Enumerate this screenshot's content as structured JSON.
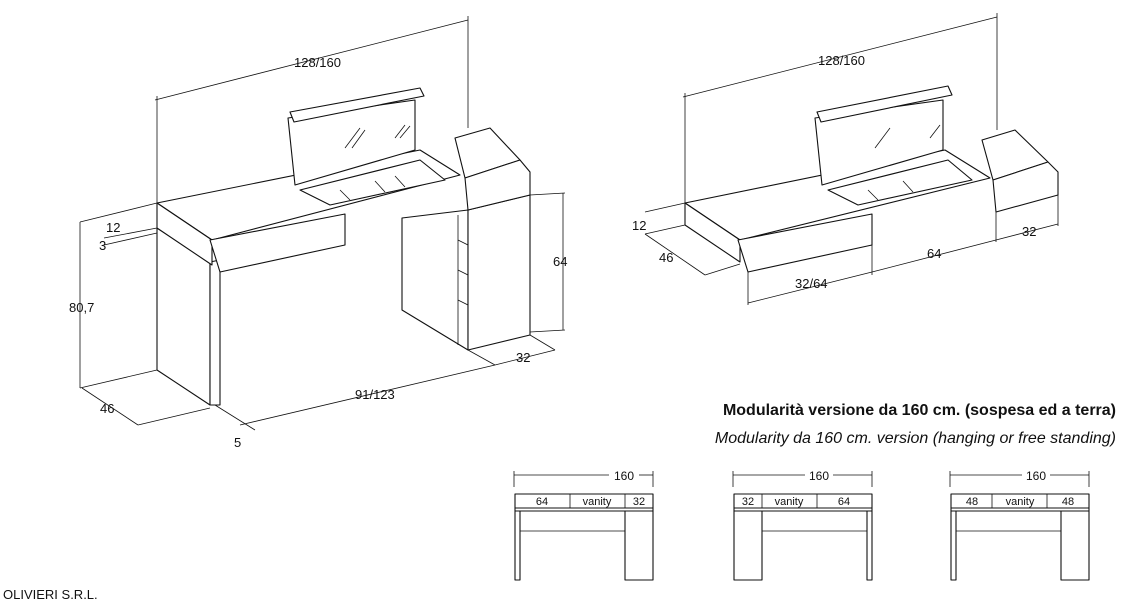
{
  "left_view": {
    "total_width": "128/160",
    "top_thickness": "12",
    "gap": "3",
    "height": "80,7",
    "depth": "46",
    "leg_offset": "5",
    "inner_width": "91/123",
    "cabinet_height": "64",
    "cabinet_depth": "32"
  },
  "right_view": {
    "total_width": "128/160",
    "top_thickness": "12",
    "depth": "46",
    "drawer_width": "32/64",
    "middle_width": "64",
    "cabinet_width": "32"
  },
  "modularity": {
    "title_it": "Modularità  versione da 160 cm. (sospesa ed a terra)",
    "title_en": "Modularity  da 160 cm. version (hanging or free standing)",
    "configs": [
      {
        "total": "160",
        "left": "64",
        "middle": "vanity",
        "right": "32"
      },
      {
        "total": "160",
        "left": "32",
        "middle": "vanity",
        "right": "64"
      },
      {
        "total": "160",
        "left": "48",
        "middle": "vanity",
        "right": "48"
      }
    ]
  },
  "company": "OLIVIERI S.R.L."
}
